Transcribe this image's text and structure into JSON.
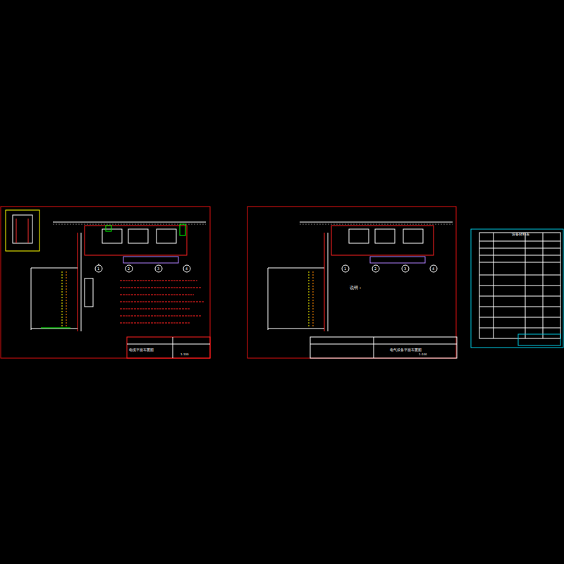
{
  "diagram": {
    "nodes": [
      {
        "text": [
          "电缆平面布置图"
        ]
      },
      {
        "text": [
          "电气设备平面布置图"
        ]
      },
      {
        "text": [
          "设备材料表"
        ]
      }
    ],
    "labels": [
      "1",
      "2",
      "3",
      "4",
      "1",
      "2",
      "3",
      "4",
      "说明：",
      "1:100",
      "1:100"
    ]
  }
}
